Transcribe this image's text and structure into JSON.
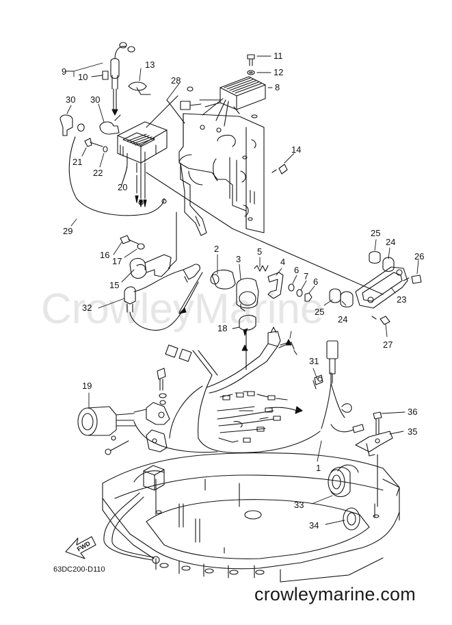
{
  "diagram": {
    "part_code": "63DC200-D110",
    "website": "crowleymarine.com",
    "watermark": "CrowleyMarine",
    "fwd_label": "FWD",
    "callouts": [
      {
        "id": "c9",
        "text": "9"
      },
      {
        "id": "c10",
        "text": "10"
      },
      {
        "id": "c11",
        "text": "11"
      },
      {
        "id": "c12",
        "text": "12"
      },
      {
        "id": "c13",
        "text": "13"
      },
      {
        "id": "c8",
        "text": "8"
      },
      {
        "id": "c28",
        "text": "28"
      },
      {
        "id": "c30a",
        "text": "30"
      },
      {
        "id": "c30b",
        "text": "30"
      },
      {
        "id": "c14",
        "text": "14"
      },
      {
        "id": "c21",
        "text": "21"
      },
      {
        "id": "c22",
        "text": "22"
      },
      {
        "id": "c20",
        "text": "20"
      },
      {
        "id": "c29",
        "text": "29"
      },
      {
        "id": "c25a",
        "text": "25"
      },
      {
        "id": "c24a",
        "text": "24"
      },
      {
        "id": "c26",
        "text": "26"
      },
      {
        "id": "c16",
        "text": "16"
      },
      {
        "id": "c17",
        "text": "17"
      },
      {
        "id": "c2",
        "text": "2"
      },
      {
        "id": "c3",
        "text": "3"
      },
      {
        "id": "c5",
        "text": "5"
      },
      {
        "id": "c4",
        "text": "4"
      },
      {
        "id": "c6a",
        "text": "6"
      },
      {
        "id": "c7",
        "text": "7"
      },
      {
        "id": "c6b",
        "text": "6"
      },
      {
        "id": "c15",
        "text": "15"
      },
      {
        "id": "c32",
        "text": "32"
      },
      {
        "id": "c25b",
        "text": "25"
      },
      {
        "id": "c24b",
        "text": "24"
      },
      {
        "id": "c23",
        "text": "23"
      },
      {
        "id": "c27",
        "text": "27"
      },
      {
        "id": "c18",
        "text": "18"
      },
      {
        "id": "c31",
        "text": "31"
      },
      {
        "id": "c19",
        "text": "19"
      },
      {
        "id": "c36",
        "text": "36"
      },
      {
        "id": "c35",
        "text": "35"
      },
      {
        "id": "c1",
        "text": "1"
      },
      {
        "id": "c33",
        "text": "33"
      },
      {
        "id": "c34",
        "text": "34"
      }
    ]
  }
}
